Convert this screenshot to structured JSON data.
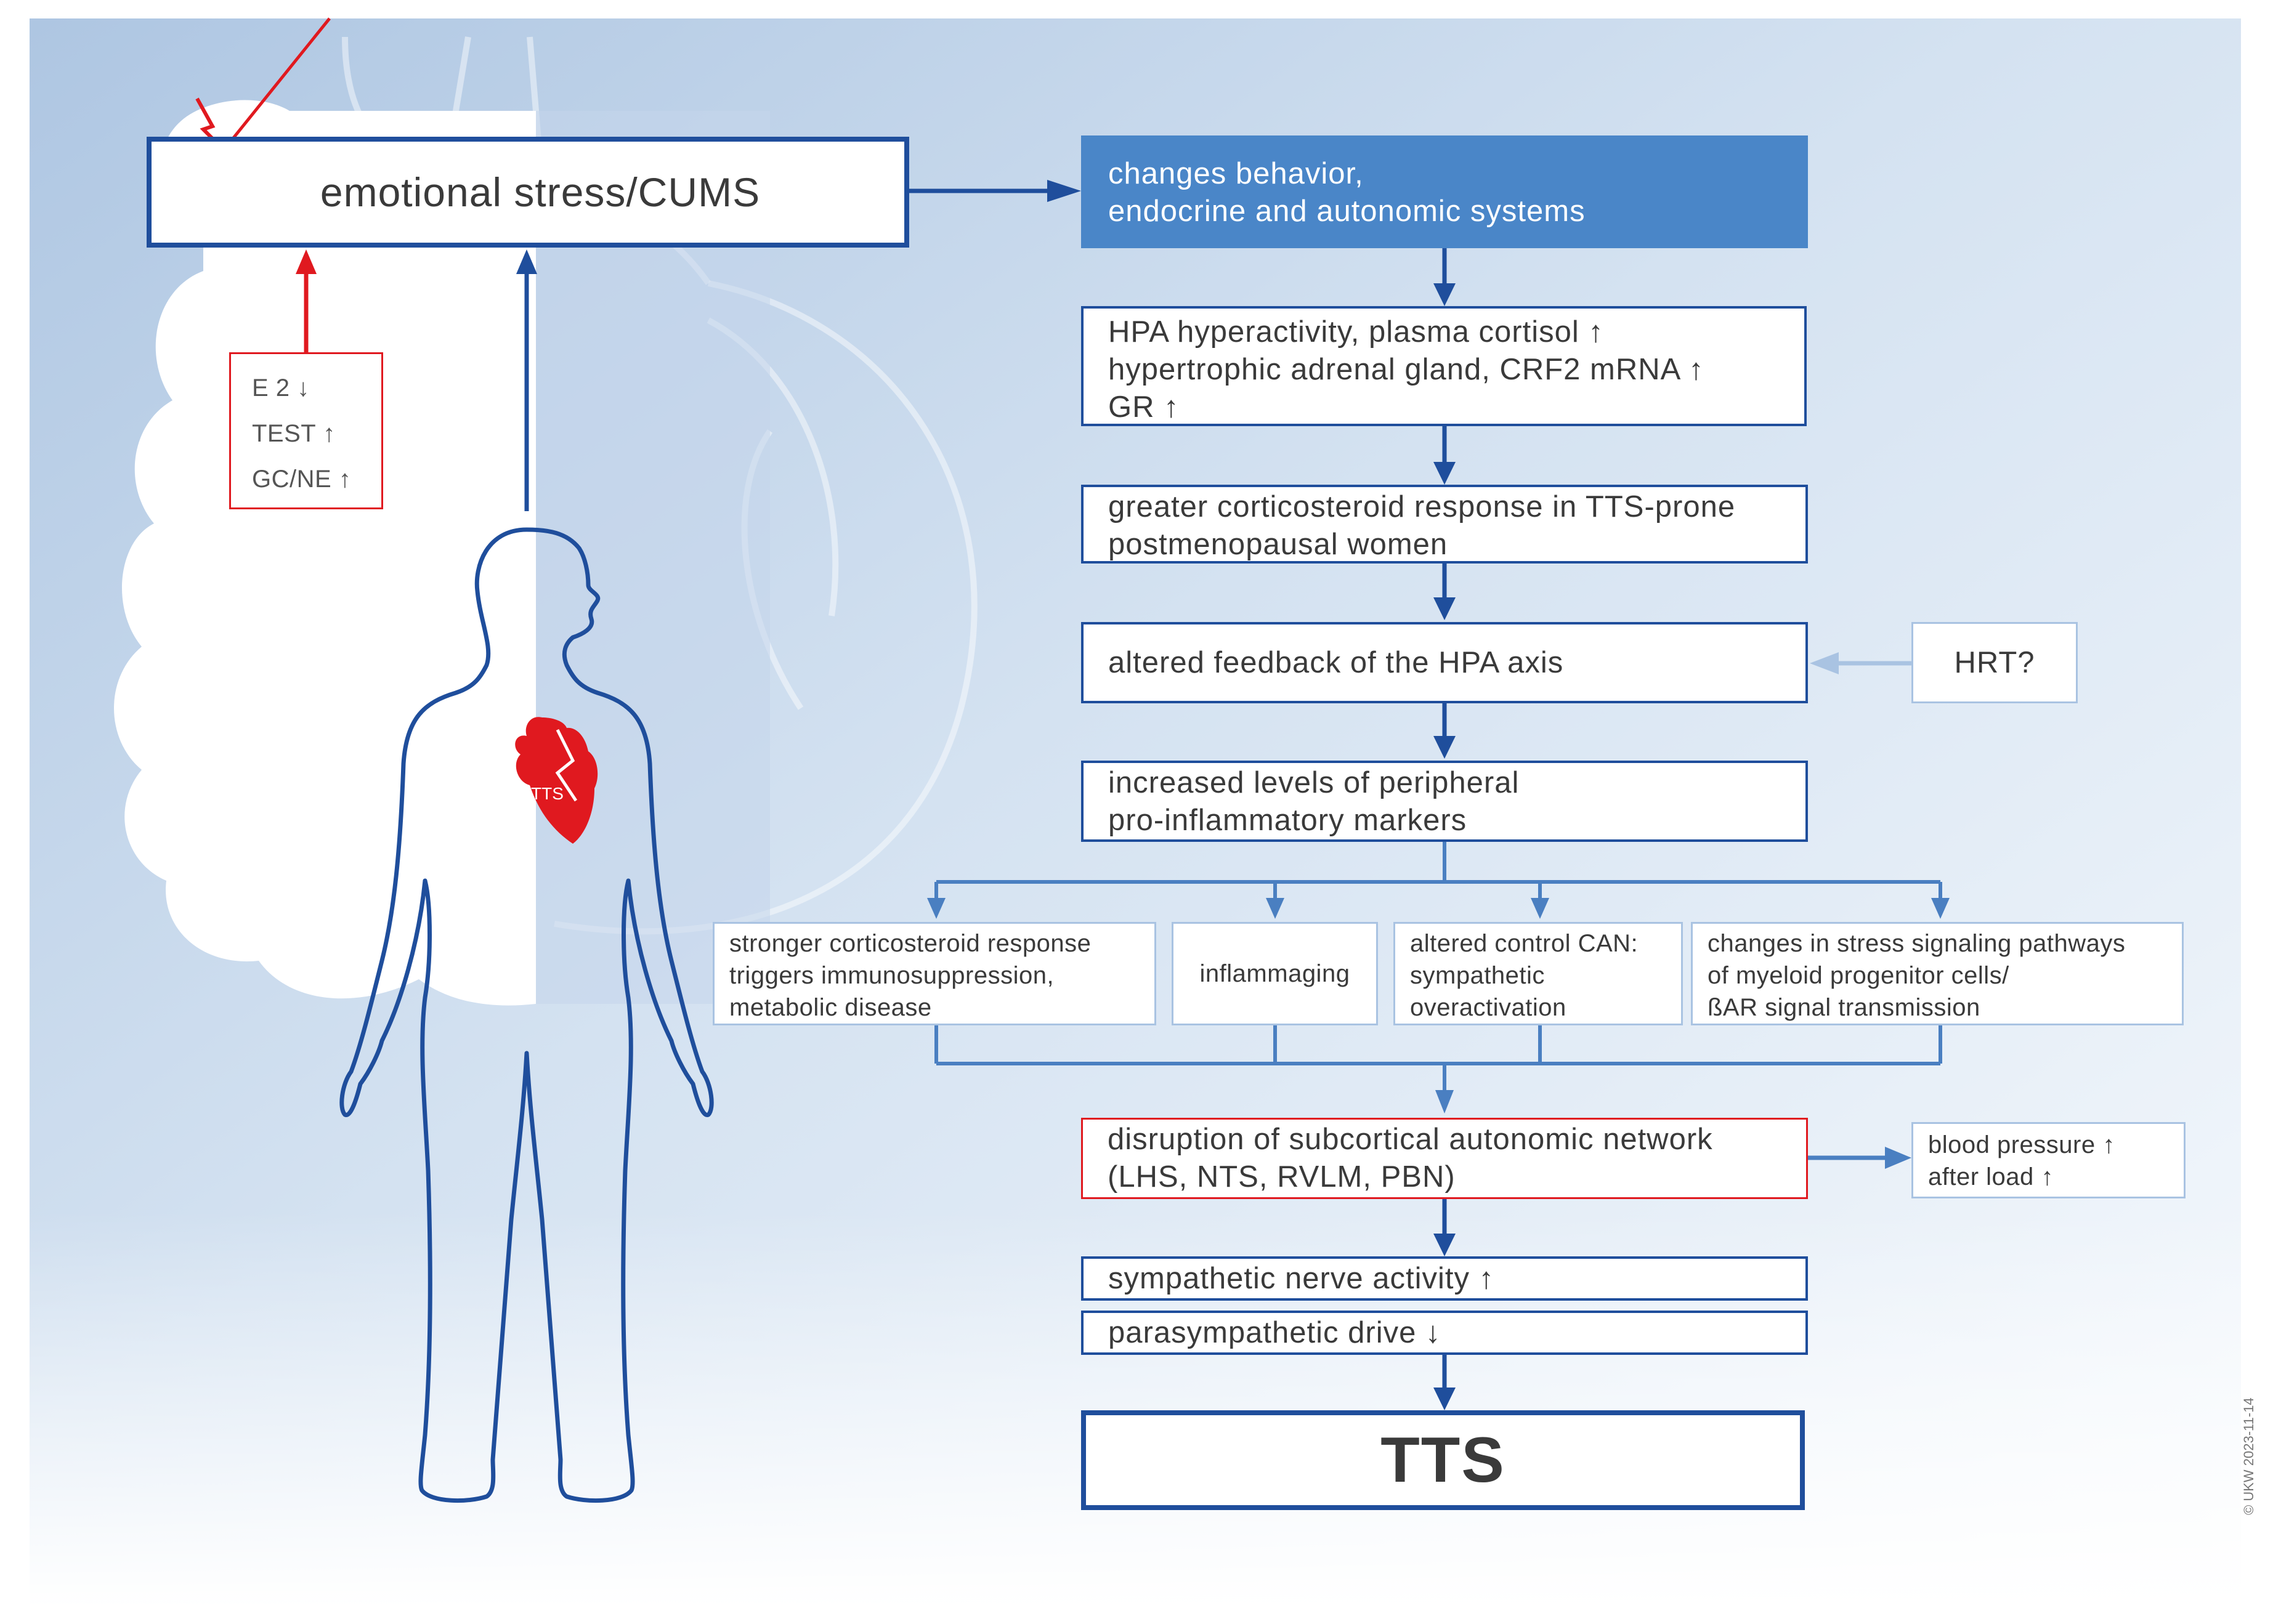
{
  "stressor": {
    "label": "emotional stress/CUMS"
  },
  "hormones": {
    "items": [
      "E 2 ↓",
      "TEST ↑",
      "GC/NE ↑"
    ]
  },
  "heart_label": "TTS",
  "flow": {
    "changes": [
      "changes behavior,",
      "endocrine and autonomic systems"
    ],
    "hpa": [
      "HPA hyperactivity, plasma cortisol ↑",
      "hypertrophic adrenal gland, CRF2 mRNA  ↑",
      "GR ↑"
    ],
    "corticosteroid": [
      "greater corticosteroid response in TTS-prone",
      "postmenopausal women"
    ],
    "feedback": [
      "altered feedback of the HPA axis"
    ],
    "hrt": [
      "HRT?"
    ],
    "inflammatory": [
      "increased levels of peripheral",
      "pro-inflammatory markers"
    ],
    "branch1": [
      "stronger corticosteroid response",
      "triggers immunosuppression,",
      "metabolic disease"
    ],
    "branch2": [
      "inflammaging"
    ],
    "branch3": [
      "altered control CAN:",
      "sympathetic",
      "overactivation"
    ],
    "branch4": [
      "changes in stress signaling pathways",
      "of myeloid progenitor cells/",
      "ßAR signal transmission"
    ],
    "disruption": [
      "disruption of subcortical autonomic network",
      "(LHS, NTS, RVLM, PBN)"
    ],
    "bp": [
      "blood pressure ↑",
      "after load ↑"
    ],
    "sympathetic": [
      "sympathetic nerve activity ↑"
    ],
    "parasympathetic": [
      "parasympathetic drive ↓"
    ],
    "tts": [
      "TTS"
    ]
  },
  "copyright": "© UKW 2023-11-14",
  "colors": {
    "navy": "#1f4e9c",
    "mid_blue": "#4a7fc1",
    "light_blue": "#a9c3e2",
    "red": "#e0191f",
    "header_fill": "#4a86c8"
  }
}
